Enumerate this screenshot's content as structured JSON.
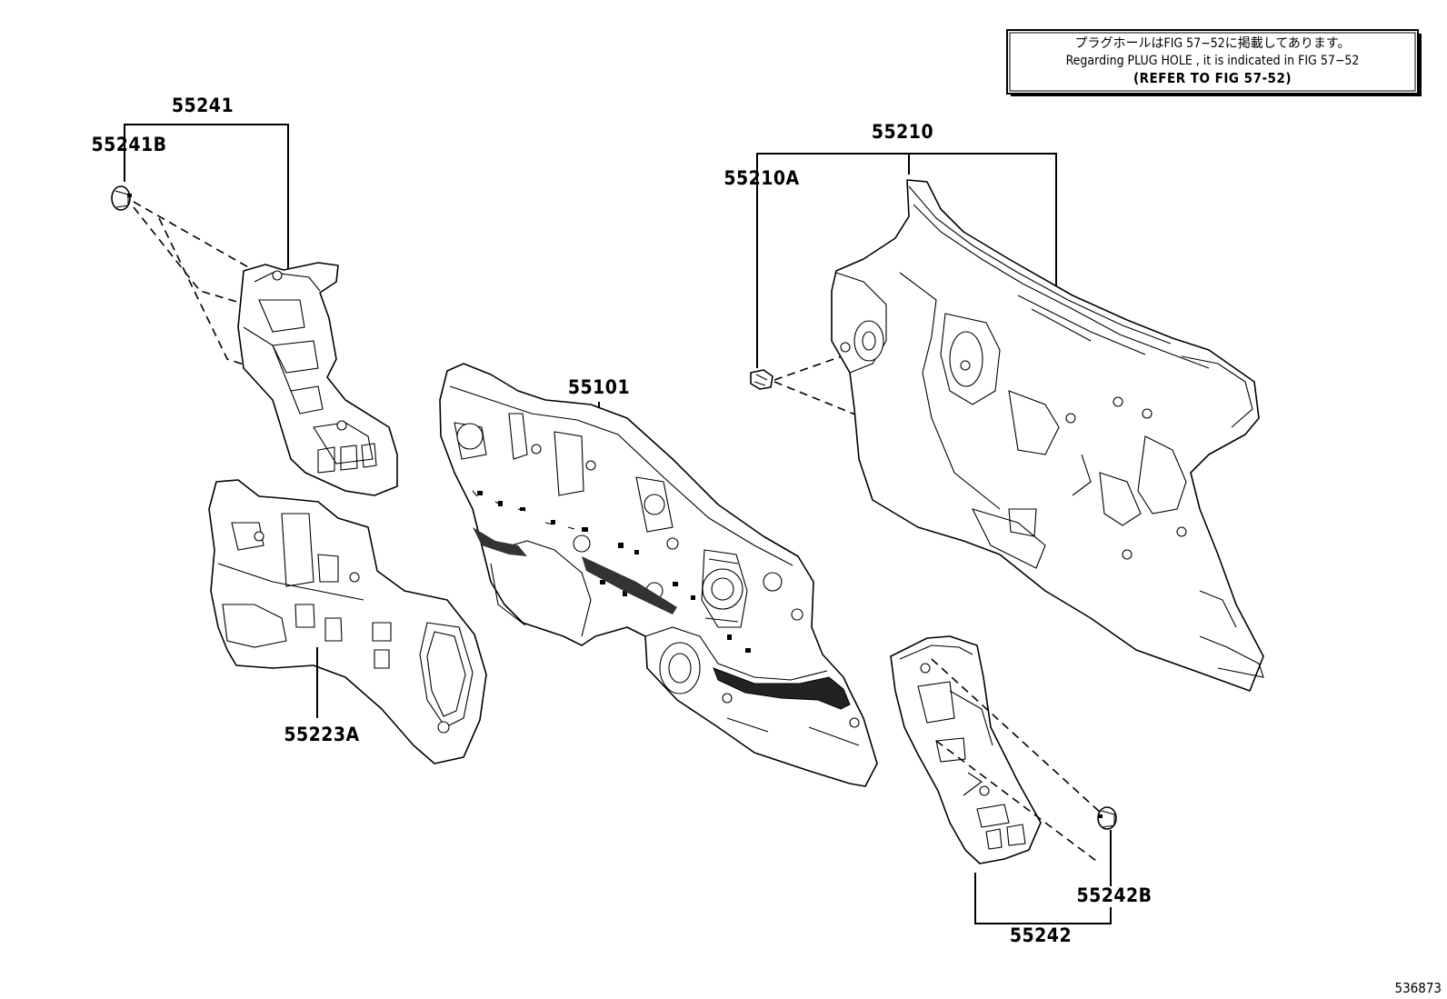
{
  "note": {
    "line1": "プラグホールはFIG 57−52に掲載してあります。",
    "line2": "Regarding  PLUG  HOLE , it is indicated in FIG  57−52",
    "line3": "(REFER TO FIG 57-52)"
  },
  "callouts": {
    "p55241": "55241",
    "p55241B": "55241B",
    "p55210": "55210",
    "p55210A": "55210A",
    "p55101": "55101",
    "p55223A": "55223A",
    "p55242": "55242",
    "p55242B": "55242B"
  },
  "figure_number": "536873"
}
